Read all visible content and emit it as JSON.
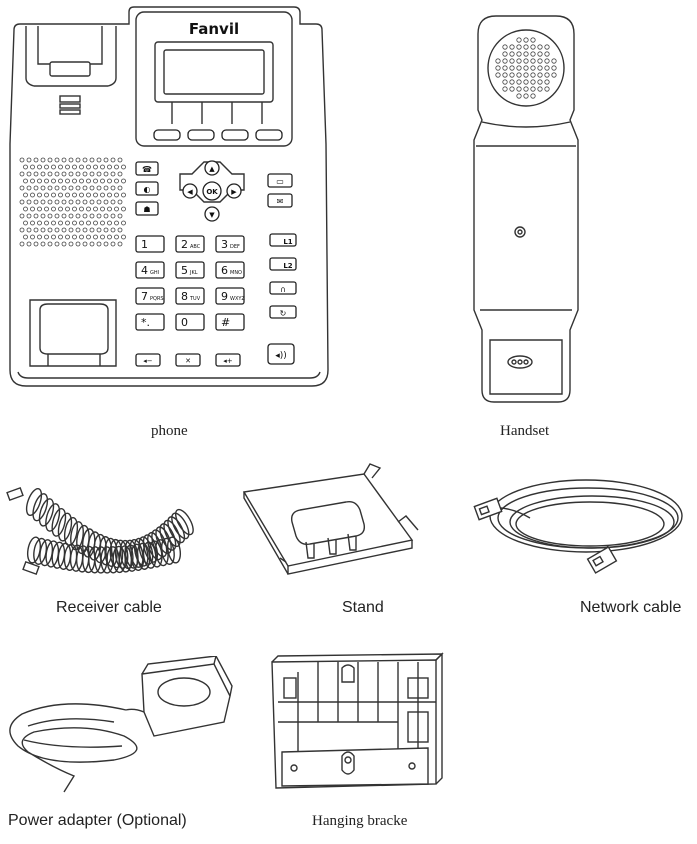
{
  "phone": {
    "brand": "Fanvil",
    "caption": "phone",
    "keys": [
      "1",
      "2",
      "3",
      "4",
      "5",
      "6",
      "7",
      "8",
      "9",
      "*.",
      "0",
      "#"
    ],
    "keys_sub": [
      "",
      "ABC",
      "DEF",
      "GHI",
      "JKL",
      "MNO",
      "PQRS",
      "TUV",
      "WXYZ",
      "",
      "",
      ""
    ],
    "nav_ok": "OK",
    "line_keys": [
      "L1",
      "L2"
    ]
  },
  "captions": {
    "handset": "Handset",
    "receiver_cable": "Receiver cable",
    "stand": "Stand",
    "network_cable": "Network cable",
    "power_adapter": "Power adapter (Optional)",
    "hanging_bracket": "Hanging bracke"
  },
  "icons": [
    "speaker-grille-icon",
    "nav-pad-icon",
    "phonebook-icon",
    "message-icon",
    "headset-icon",
    "redial-icon",
    "volume-down-icon",
    "mute-icon",
    "volume-up-icon",
    "handsfree-icon"
  ]
}
